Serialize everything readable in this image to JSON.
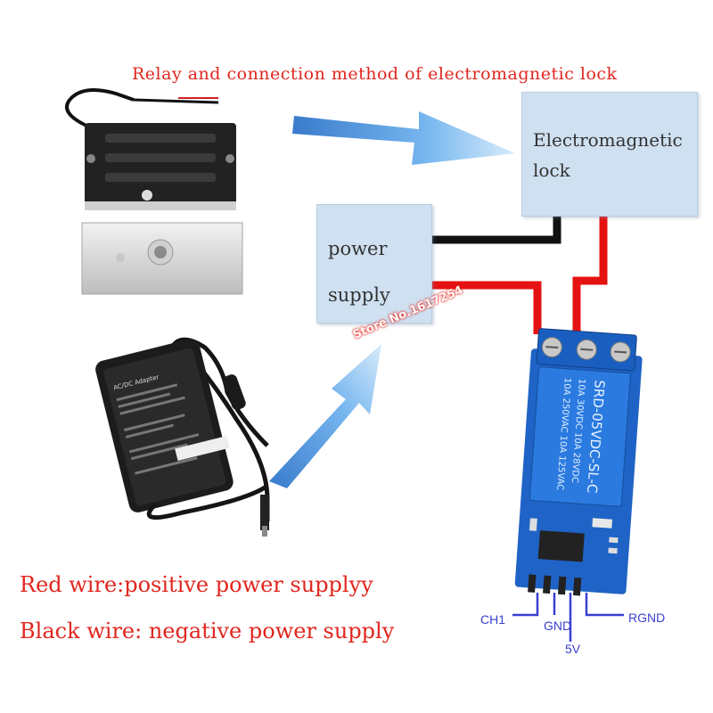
{
  "title": "Relay and connection method of electromagnetic lock",
  "lock_box": {
    "label": "Electromagnetic lock"
  },
  "power_box": {
    "label": "power supply"
  },
  "watermark": "Store No.1617254",
  "legend": {
    "red": "Red wire:positive power supplyy",
    "black": "Black wire: negative power supply"
  },
  "relay": {
    "model": "SRD-05VDC-SL-C",
    "ratings": [
      "10A 250VAC  10A 125VAC",
      "10A 30VDC  10A 28VDC"
    ],
    "pins": {
      "ch1": "CH1",
      "gnd": "GND",
      "vcc": "5V",
      "rgnd": "RGND"
    }
  },
  "adapter_label": "AC/DC Adapter",
  "colors": {
    "positive_wire": "#e51212",
    "negative_wire": "#111111",
    "arrow": "#4f98e0",
    "pin_line": "#3a3fd0",
    "text": "#e0261e"
  }
}
